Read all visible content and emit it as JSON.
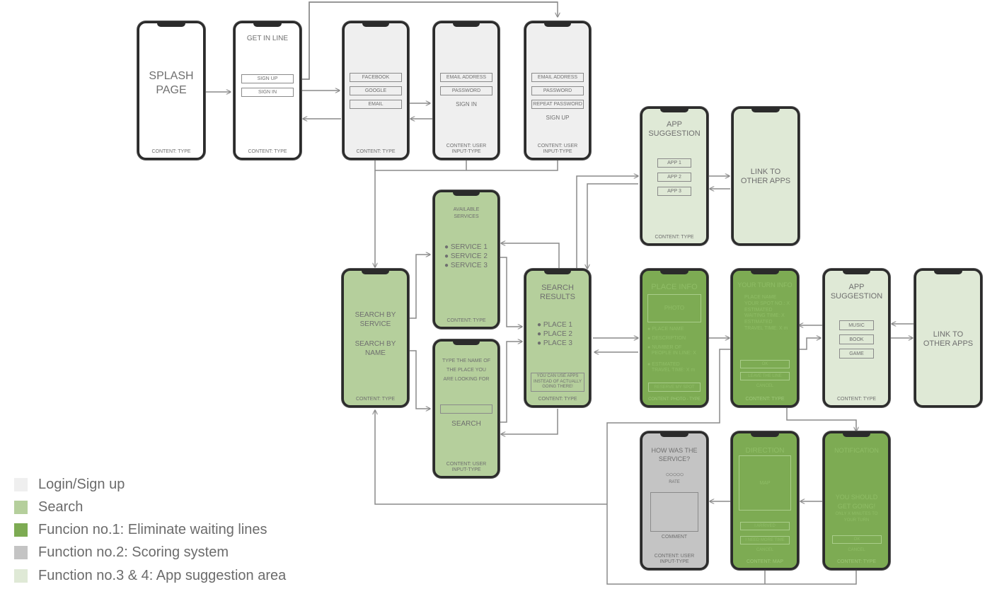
{
  "colors": {
    "login": "#efefef",
    "search": "#b5cf9c",
    "func1": "#7dab53",
    "scoring": "#c4c4c4",
    "app_suggestion": "#dfe9d6",
    "frame": "#2b2b2b",
    "arrow": "#8a8a8a"
  },
  "screens": {
    "splash": {
      "title_1": "SPLASH",
      "title_2": "PAGE",
      "footer": "CONTENT: TYPE"
    },
    "get_in_line": {
      "title": "GET IN LINE",
      "sign_up": "SIGN UP",
      "sign_in": "SIGN IN",
      "footer": "CONTENT: TYPE"
    },
    "signin_options": {
      "facebook": "FACEBOOK",
      "google": "GOOGLE",
      "email": "EMAIL",
      "footer": "CONTENT: TYPE"
    },
    "signin_form": {
      "email": "EMAIL ADDRESS",
      "password": "PASSWORD",
      "action": "SIGN IN",
      "footer_1": "CONTENT: USER",
      "footer_2": "INPUT-TYPE"
    },
    "signup_form": {
      "email": "EMAIL ADDRESS",
      "password": "PASSWORD",
      "repeat": "REPEAT PASSWORD",
      "action": "SIGN UP",
      "footer_1": "CONTENT: USER",
      "footer_2": "INPUT-TYPE"
    },
    "app_suggestion_top": {
      "title_1": "APP",
      "title_2": "SUGGESTION",
      "app1": "APP 1",
      "app2": "APP 2",
      "app3": "APP 3",
      "footer": "CONTENT: TYPE"
    },
    "link_top": {
      "title_1": "LINK TO",
      "title_2": "OTHER APPS"
    },
    "available_services": {
      "title_1": "AVAILABLE",
      "title_2": "SERVICES",
      "items": [
        "SERVICE 1",
        "SERVICE 2",
        "SERVICE 3"
      ],
      "footer": "CONTENT: TYPE"
    },
    "search_by": {
      "service_1": "SEARCH BY",
      "service_2": "SERVICE",
      "name_1": "SEARCH BY",
      "name_2": "NAME",
      "footer": "CONTENT: TYPE"
    },
    "type_name": {
      "line_1": "TYPE THE NAME OF",
      "line_2": "THE PLACE YOU",
      "line_3": "ARE LOOKING FOR",
      "search": "SEARCH",
      "footer_1": "CONTENT: USER",
      "footer_2": "INPUT-TYPE"
    },
    "search_results": {
      "title_1": "SEARCH",
      "title_2": "RESULTS",
      "items": [
        "PLACE 1",
        "PLACE 2",
        "PLACE 3"
      ],
      "note_1": "YOU CAN USE APPS",
      "note_2": "INSTEAD OF ACTUALLY",
      "note_3": "GOING THERE!",
      "footer": "CONTENT: TYPE"
    },
    "place_info": {
      "title": "PLACE INFO",
      "photo": "PHOTO",
      "items": [
        "PLACE NAME",
        "DESCRIPTION",
        "NUMBER OF",
        "PEOPLE IN LINE: X",
        "ESTIMATED",
        "TRAVEL TIME: X m"
      ],
      "button": "RESERVE MY SPOT",
      "footer": "CONTENT: PHOTO - TYPE"
    },
    "your_turn": {
      "title": "YOUR TURN INFO",
      "lines": [
        "PLACE NAME",
        "YOUR SPOT NO.: X",
        "ESTIMATED",
        "WAITING TIME: X",
        "ESTIMATED",
        "TRAVEL TIME: X m"
      ],
      "ok": "OK",
      "leave": "LEAVE THE LINE",
      "cancel": "CANCEL",
      "footer": "CONTENT: TYPE"
    },
    "app_suggestion_mid": {
      "title_1": "APP",
      "title_2": "SUGGESTION",
      "music": "MUSIC",
      "book": "BOOK",
      "game": "GAME",
      "footer": "CONTENT: TYPE"
    },
    "link_mid": {
      "title_1": "LINK TO",
      "title_2": "OTHER APPS"
    },
    "rating": {
      "title_1": "HOW WAS THE",
      "title_2": "SERVICE?",
      "stars": "○○○○○",
      "rate": "RATE",
      "comment": "COMMENT",
      "footer_1": "CONTENT: USER",
      "footer_2": "INPUT-TYPE"
    },
    "direction": {
      "title": "DIRECTION",
      "map": "MAP",
      "btn1": "I ARRIVED",
      "btn2": "I NEED MORE TIME",
      "cancel": "CANCEL",
      "footer": "CONTENT: MAP"
    },
    "notification": {
      "title": "NOTIFICATION",
      "line_1": "YOU SHOULD",
      "line_2": "GET GOING!",
      "line_3": "ONLY X MINUTES TO",
      "line_4": "YOUR TURN",
      "ok": "OK",
      "cancel": "CANCEL",
      "footer": "CONTENT: TYPE"
    }
  },
  "legend": [
    {
      "label": "Login/Sign up",
      "color": "#efefef"
    },
    {
      "label": "Search",
      "color": "#b5cf9c"
    },
    {
      "label": "Funcion no.1: Eliminate waiting lines",
      "color": "#7dab53"
    },
    {
      "label": "Function no.2: Scoring system",
      "color": "#c4c4c4"
    },
    {
      "label": "Function no.3 & 4: App suggestion area",
      "color": "#dfe9d6"
    }
  ]
}
